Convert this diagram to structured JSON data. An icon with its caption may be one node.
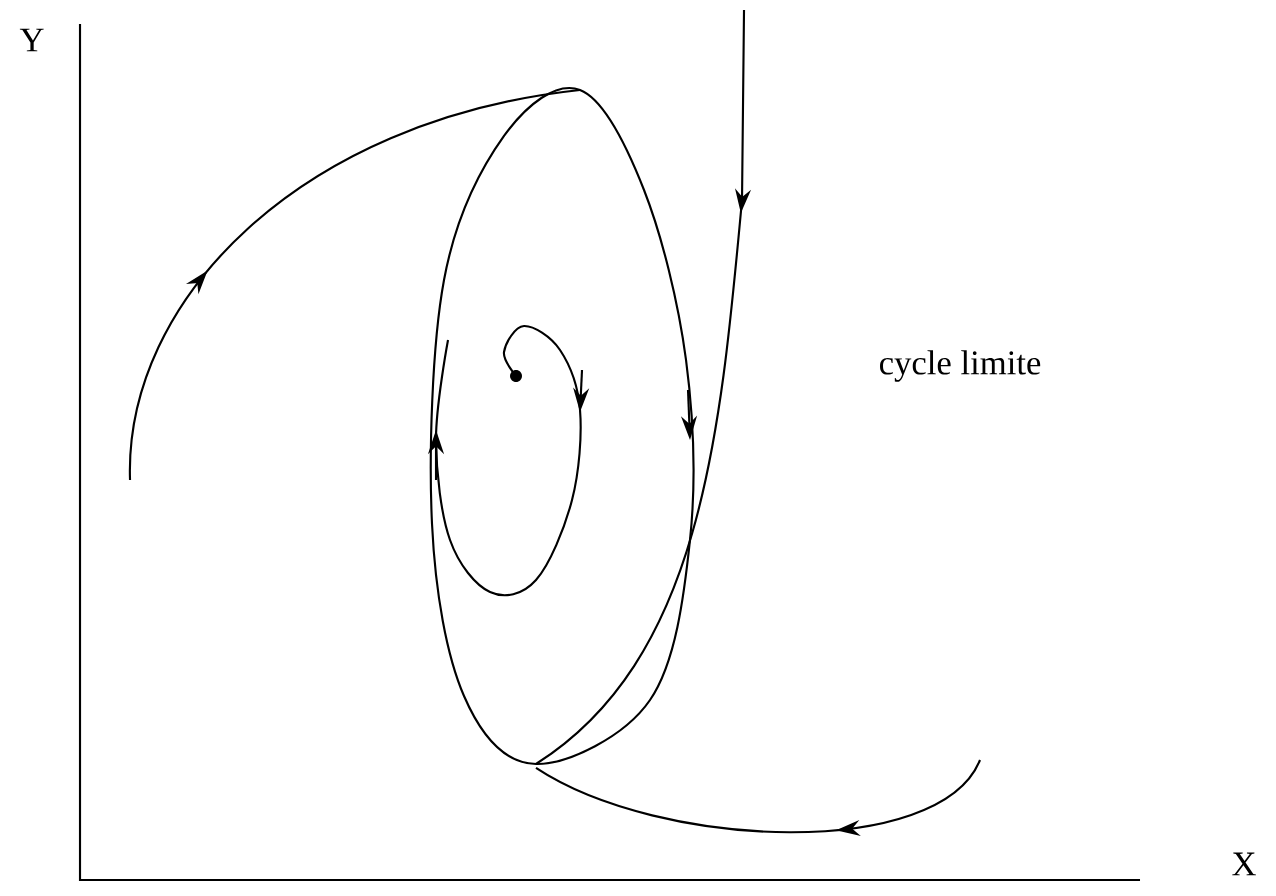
{
  "diagram": {
    "labels": [
      "Y",
      "cycle limite",
      "X"
    ]
  }
}
